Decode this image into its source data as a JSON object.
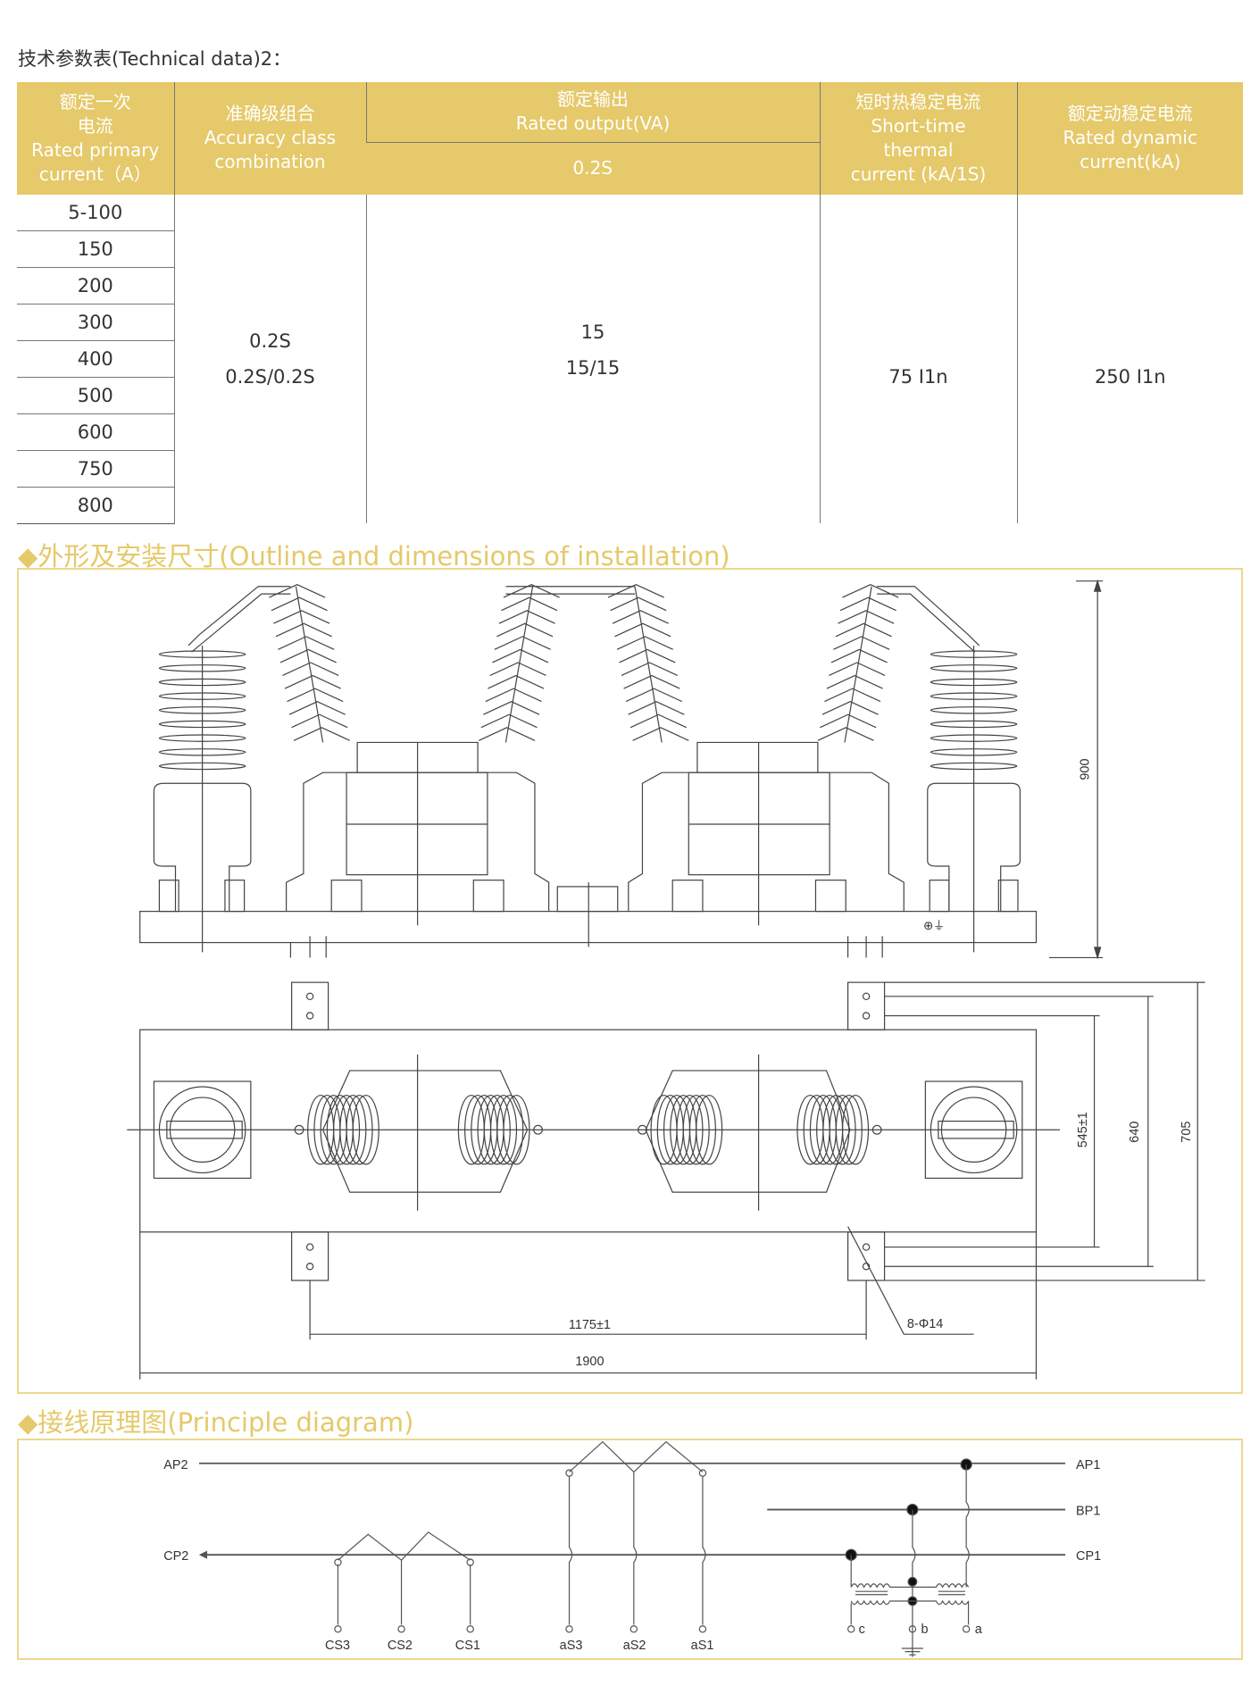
{
  "title": "技术参数表(Technical data)2：",
  "table": {
    "headers": {
      "primary_current": [
        "额定一次",
        "电流",
        "Rated primary",
        "current（A）"
      ],
      "accuracy": [
        "准确级组合",
        "Accuracy class",
        "combination"
      ],
      "output": [
        "额定输出",
        "Rated output(VA)"
      ],
      "output_sub": "0.2S",
      "thermal": [
        "短时热稳定电流",
        "Short-time",
        "thermal",
        "current (kA/1S)"
      ],
      "dynamic": [
        "额定动稳定电流",
        "Rated dynamic",
        "current(kA)"
      ]
    },
    "currents": [
      "5-100",
      "150",
      "200",
      "300",
      "400",
      "500",
      "600",
      "750",
      "800"
    ],
    "accuracy_values": [
      "0.2S",
      "0.2S/0.2S"
    ],
    "output_values": [
      "15",
      "15/15"
    ],
    "thermal_value": "75 I1n",
    "dynamic_value": "250 I1n"
  },
  "outline": {
    "heading": "◆外形及安装尺寸(Outline and dimensions of installation)",
    "dims": {
      "height": "900",
      "d545": "545±1",
      "d640": "640",
      "d705": "705",
      "d1175": "1175±1",
      "d1900": "1900",
      "holes": "8-Φ14"
    }
  },
  "principle": {
    "heading": "◆接线原理图(Principle diagram)",
    "labels": {
      "AP2": "AP2",
      "CP2": "CP2",
      "AP1": "AP1",
      "BP1": "BP1",
      "CP1": "CP1",
      "CS3": "CS3",
      "CS2": "CS2",
      "CS1": "CS1",
      "aS3": "aS3",
      "aS2": "aS2",
      "aS1": "aS1",
      "c": "c",
      "b": "b",
      "a": "a"
    }
  },
  "colors": {
    "accent": "#E5C96A",
    "frame": "#EBD88F",
    "line": "#777777"
  }
}
